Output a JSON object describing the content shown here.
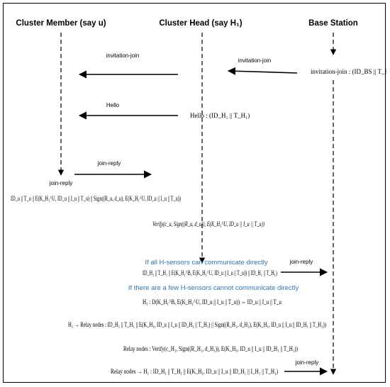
{
  "participants": {
    "member": "Cluster Member (say u)",
    "head": "Cluster Head (say H₁)",
    "base": "Base Station"
  },
  "messages": {
    "invite_bs": "invitation-join",
    "invite_bs_value": "invitation-join : (ID_BS || T_BS)",
    "invite_ch": "invitation-join",
    "hello_label": "Hello",
    "hello_value": "Hello : (ID_H₁ || T_H₁)",
    "joinreply_member": "join-reply",
    "joinreply_member_below": "join-reply",
    "member_payload": "ID_u || T_u || E(K_H₁^U, ID_u || I_u || T_u) || Sign((R_u, d_u), E(K_H₁^U, ID_u || I_u || T_u))",
    "verify_ch": "Verify(c_u, Sign((R_u, d_u)), E(K_H₁^U, ID_u || I_u || T_u))",
    "cond_all": "If all H-sensors can communicate directly",
    "all_payload": "ID_H₁ || T_H₁ || E(K_H₁^B, E(K_H₁^U, ID_u || I_u || T_u)) || ID_H₁ || T_H₁)",
    "joinreply_all": "join-reply",
    "cond_few": "If there are a few H-sensors cannot communicate directly",
    "few_payload": "H₁ : D(K_H₁^B, E(K_H₁^U, ID_u || I_u || T_u)) ⇔ ID_u || I_u || T_u",
    "relay_send": "H₁ → Relay nodes : ID_H₁ || T_H₁ || E(K_H₁, ID_u || I_u || ID_H₁ || T_H₁) || Sign((R_H₁, d_H₁), E(K_H₁, ID_u || I_u || ID_H₁ || T_H₁))",
    "relay_verify": "Relay nodes : Verify(c_H₁, Sign((R_H₁, d_H₁)), E(K_H₁, ID_u || I_u || ID_H₁ || T_H₁))",
    "relay_forward": "Relay nodes → H₁ : ID_H₁ || T_H₁ || E(K_H₁, ID_u || I_u || ID_H₁ || I_H₁ || T_H₁)",
    "joinreply_relay": "join-reply"
  }
}
